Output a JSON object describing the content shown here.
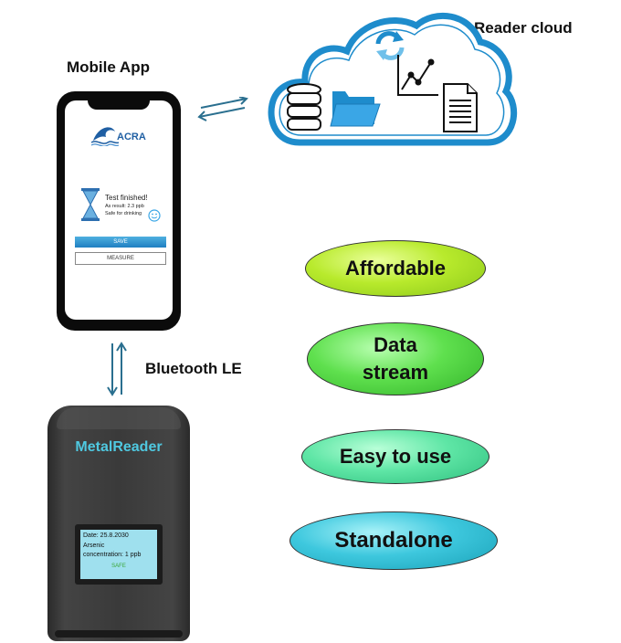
{
  "labels": {
    "mobile_app": "Mobile App",
    "reader_cloud": "Reader cloud",
    "bluetooth": "Bluetooth LE"
  },
  "app": {
    "logo_text": "ACRA",
    "status_title": "Test finished!",
    "status_result": "As result: 2.3 ppb",
    "status_safety": "Safe for drinking",
    "save_button": "SAVE",
    "measure_button": "MEASURE"
  },
  "device": {
    "name": "MetalReader",
    "screen_date": "Date: 25.8.2030",
    "screen_line1": "Arsenic",
    "screen_line2": "concentration: 1 ppb",
    "screen_status": "SAFE"
  },
  "features": {
    "affordable": "Affordable",
    "data_line1": "Data",
    "data_line2": "stream",
    "easy": "Easy to use",
    "standalone": "Standalone"
  },
  "colors": {
    "cloud_outline": "#1e8ccc",
    "device_accent": "#4fc8e0",
    "affordable": "#b8ea2c",
    "data_stream": "#5fe04e",
    "easy_to_use": "#5fe6a6",
    "standalone": "#3ec8de"
  },
  "icons": [
    "sync-icon",
    "database-icon",
    "folder-icon",
    "line-chart-icon",
    "document-icon",
    "hourglass-icon",
    "smiley-icon",
    "wave-logo-icon"
  ]
}
